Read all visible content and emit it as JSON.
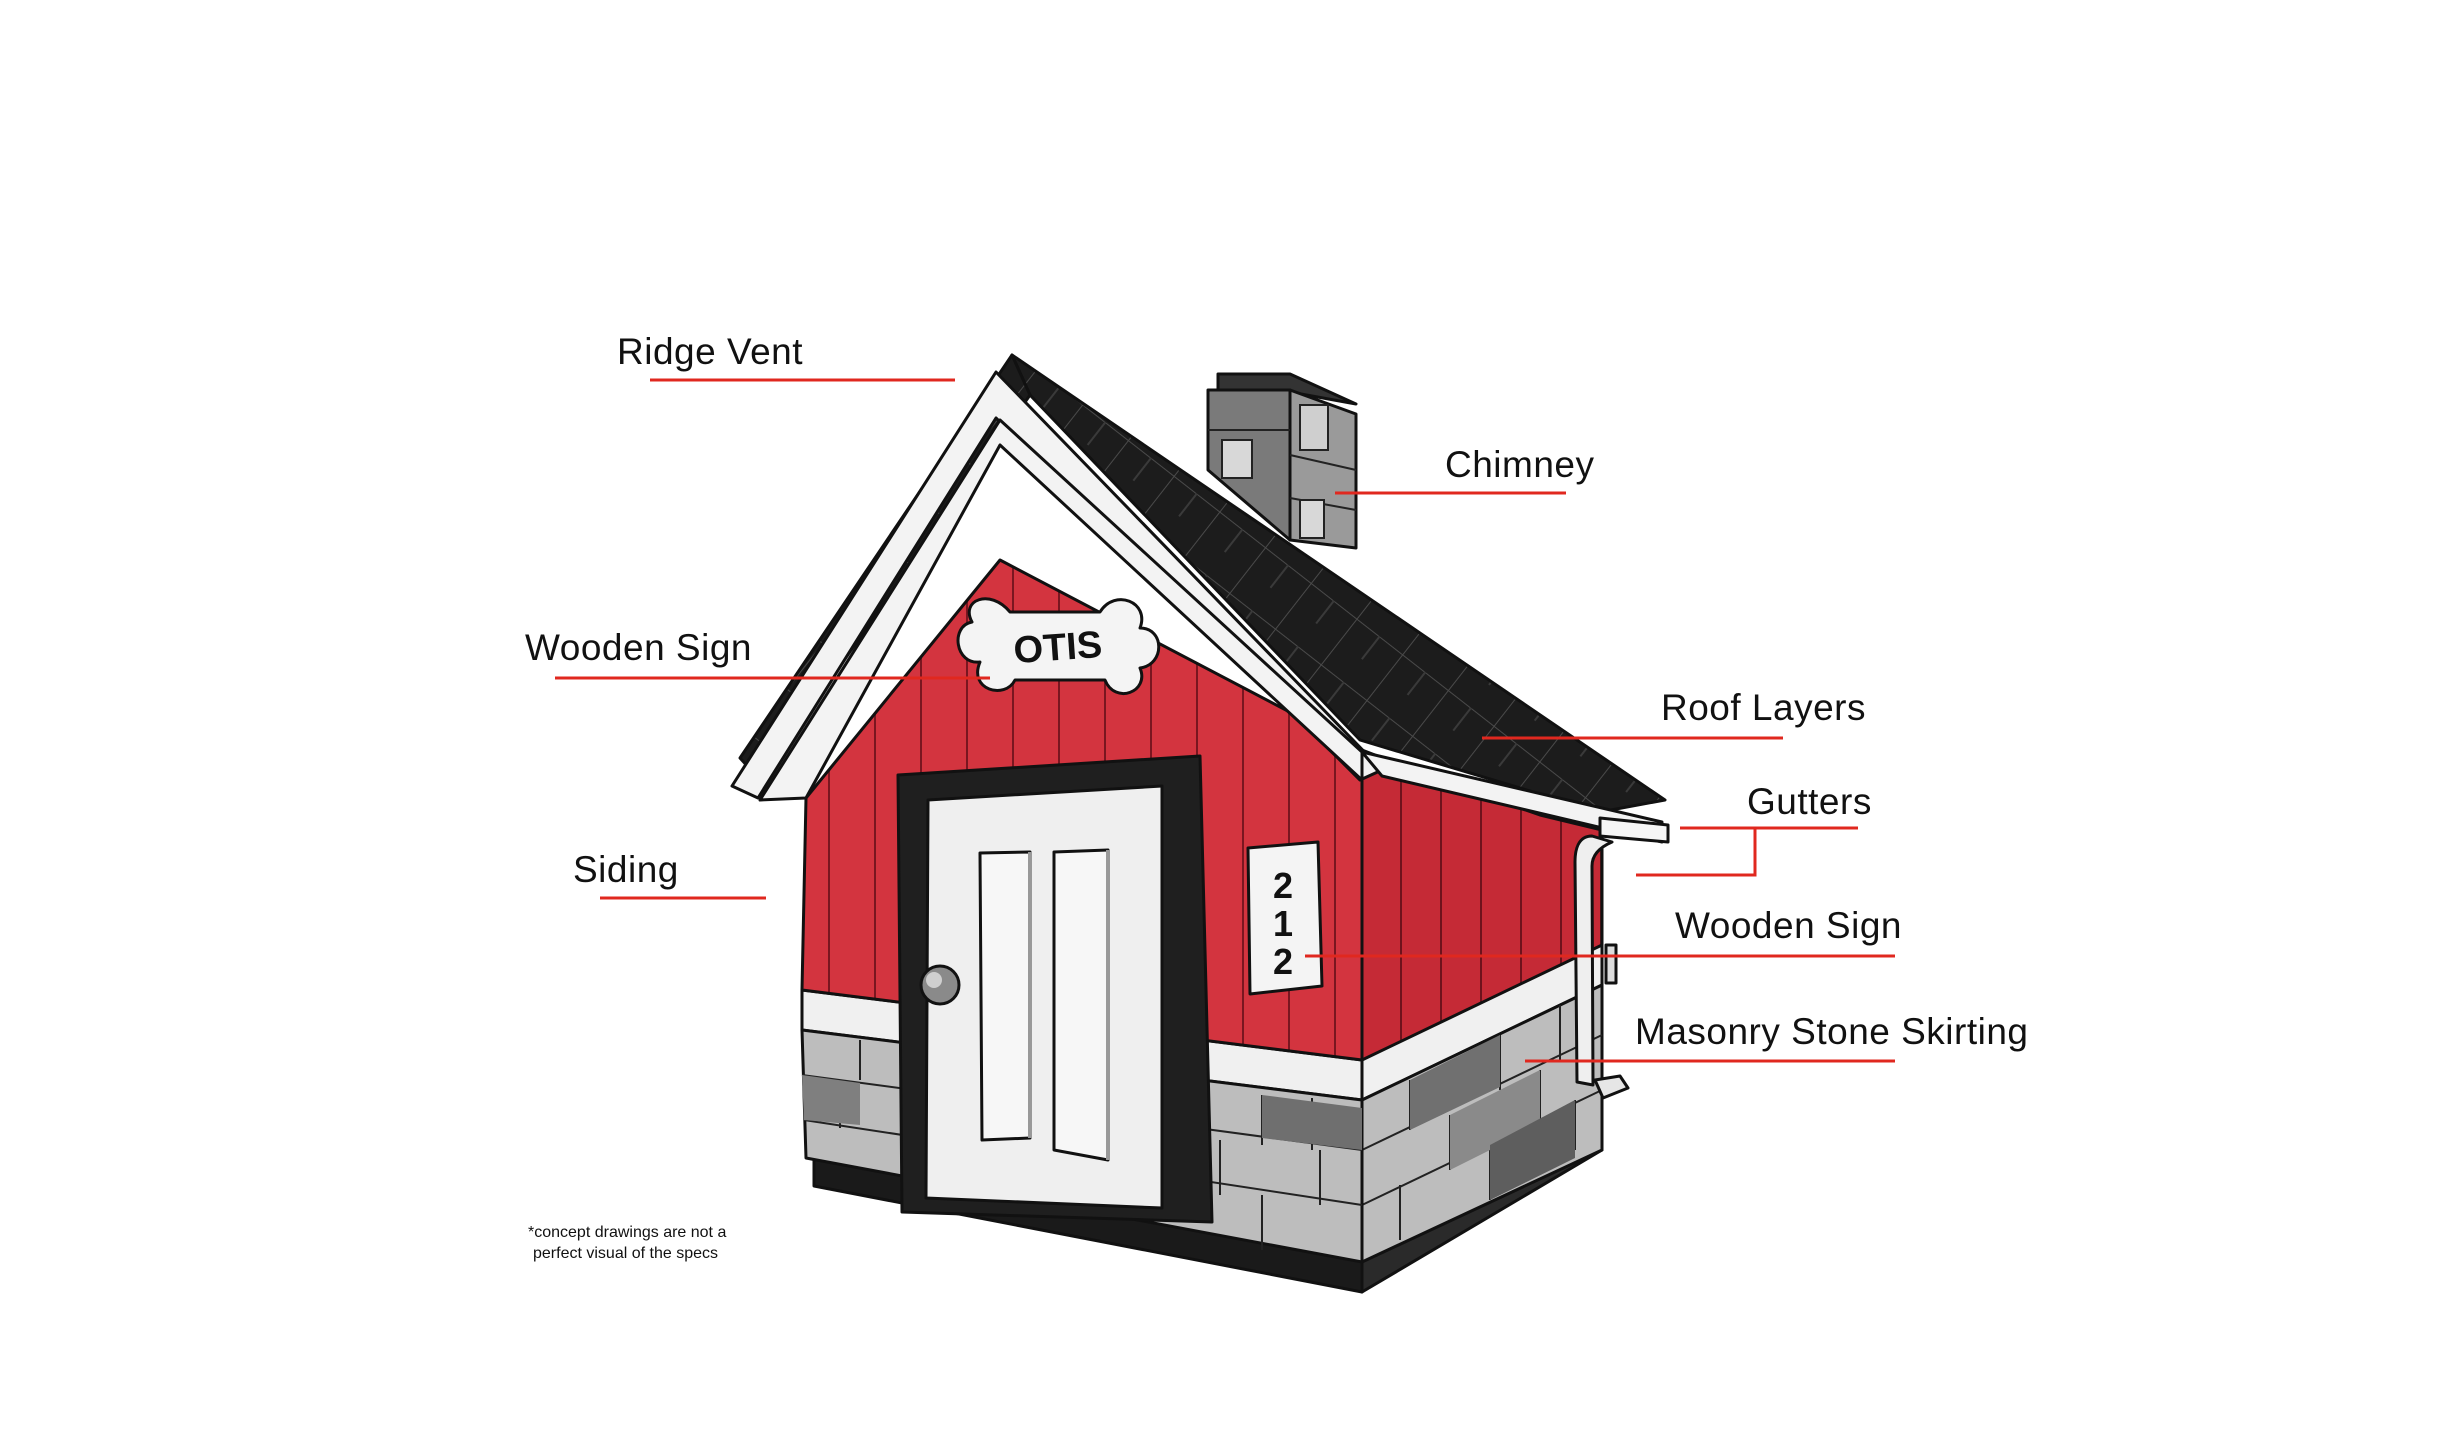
{
  "labels": {
    "ridge_vent": "Ridge Vent",
    "chimney": "Chimney",
    "wooden_sign_left": "Wooden Sign",
    "roof_layers": "Roof Layers",
    "gutters": "Gutters",
    "siding": "Siding",
    "wooden_sign_right": "Wooden Sign",
    "masonry": "Masonry Stone Skirting"
  },
  "sign": {
    "name": "OTIS",
    "number_digits": [
      "2",
      "1",
      "2"
    ]
  },
  "note": {
    "line1": "*concept drawings are not a",
    "line2": "perfect visual of the specs"
  },
  "colors": {
    "leader": "#e0281f",
    "siding": "#d3343f",
    "siding_dark": "#b62431",
    "roof": "#1c1c1c",
    "trim": "#f2f2f2",
    "stone_light": "#bdbdbd",
    "stone_dark": "#6f6f6f",
    "base": "#1a1a1a"
  }
}
